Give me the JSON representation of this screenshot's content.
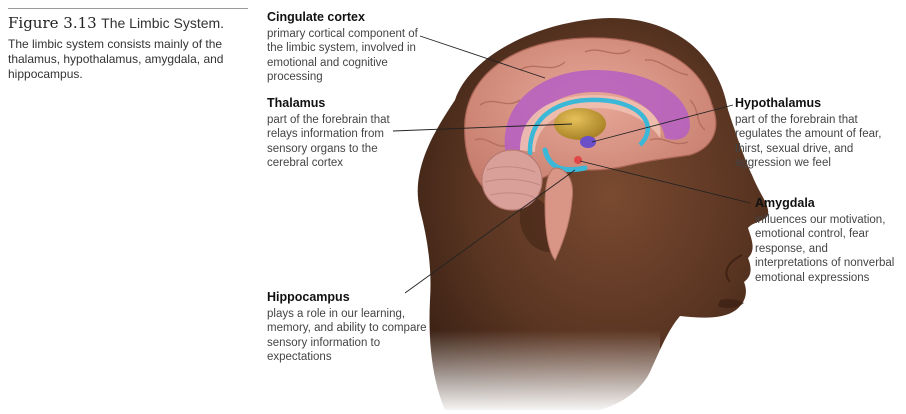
{
  "caption": {
    "figure_number": "Figure 3.13",
    "figure_title": "The Limbic System.",
    "description": "The limbic system consists mainly of the thalamus, hypothalamus, amygdala, and hippocampus."
  },
  "labels": {
    "cingulate": {
      "title": "Cingulate cortex",
      "text": "primary cortical component of the limbic system, involved in emotional and cognitive processing"
    },
    "thalamus": {
      "title": "Thalamus",
      "text": "part of the forebrain that relays information from sensory organs to the cerebral cortex"
    },
    "hypothalamus": {
      "title": "Hypothalamus",
      "text": "part of the forebrain that regulates the amount of fear, thirst, sexual drive, and aggression we feel"
    },
    "amygdala": {
      "title": "Amygdala",
      "text": "influences our motivation, emotional control, fear response, and interpretations of nonverbal emotional expressions"
    },
    "hippocampus": {
      "title": "Hippocampus",
      "text": "plays a role in our learning, memory, and ability to compare sensory information to expectations"
    }
  },
  "colors": {
    "skin": "#5a3522",
    "brain": "#d98f7c",
    "cingulate": "#b55fc4",
    "thalamus": "#c9a03a",
    "hippocampus": "#3bb8d8",
    "hypothalamus": "#6a4fc9",
    "amygdala": "#e04848",
    "leader": "#222222"
  }
}
